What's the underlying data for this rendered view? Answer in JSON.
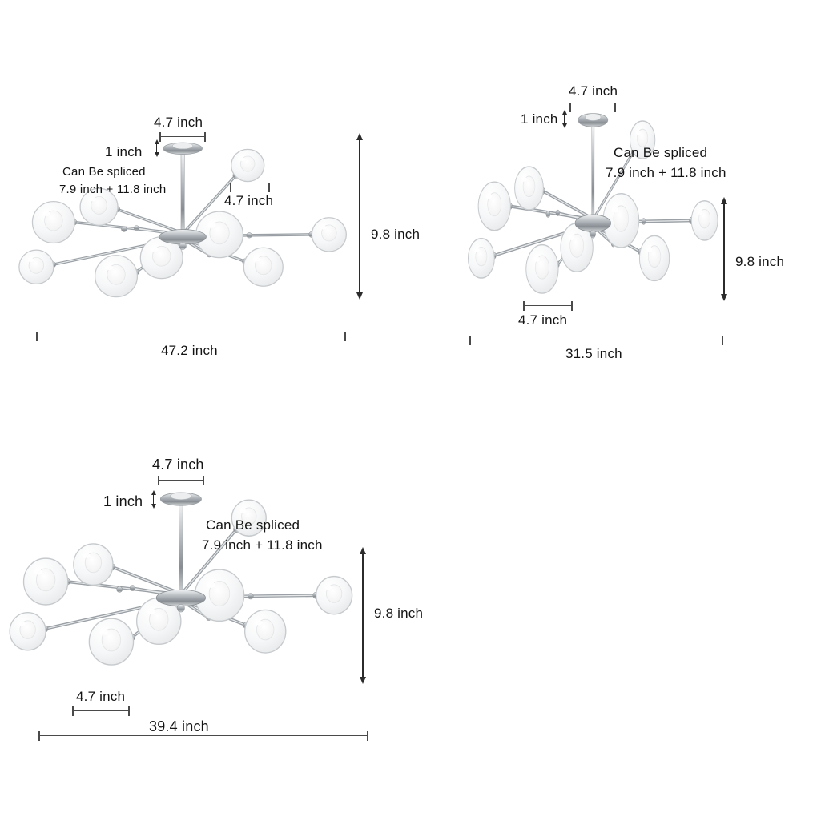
{
  "colors": {
    "background": "#ffffff",
    "dimension_line": "#4a4a4a",
    "arrow_line": "#2b2b2b",
    "text": "#141414",
    "chrome": "#aab0b5",
    "glass_stroke": "#c6cacd"
  },
  "diagrams": [
    {
      "canopy_width": "4.7 inch",
      "canopy_height": "1 inch",
      "splice_line1": "Can Be spliced",
      "splice_line2": "7.9 inch + 11.8 inch",
      "globe_diameter": "4.7 inch",
      "fixture_height": "9.8 inch",
      "fixture_width": "47.2 inch"
    },
    {
      "canopy_width": "4.7 inch",
      "canopy_height": "1 inch",
      "splice_line1": "Can Be spliced",
      "splice_line2": "7.9 inch + 11.8 inch",
      "globe_diameter": "4.7 inch",
      "fixture_height": "9.8 inch",
      "fixture_width": "31.5 inch"
    },
    {
      "canopy_width": "4.7 inch",
      "canopy_height": "1 inch",
      "splice_line1": "Can Be spliced",
      "splice_line2": "7.9 inch + 11.8 inch",
      "globe_diameter": "4.7 inch",
      "fixture_height": "9.8 inch",
      "fixture_width": "39.4 inch"
    }
  ]
}
